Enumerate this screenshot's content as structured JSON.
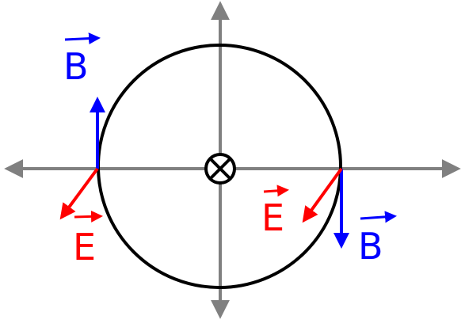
{
  "colors": {
    "axis": "#808080",
    "circle": "#000000",
    "electric": "#ff0000",
    "magnetic": "#0000ff",
    "background": "#ffffff"
  },
  "symbols": {
    "center": "into-page-cross-circle-icon"
  },
  "labels": {
    "b_top_left": "B",
    "e_bottom_left": "E",
    "e_right": "E",
    "b_bottom_right": "B"
  }
}
